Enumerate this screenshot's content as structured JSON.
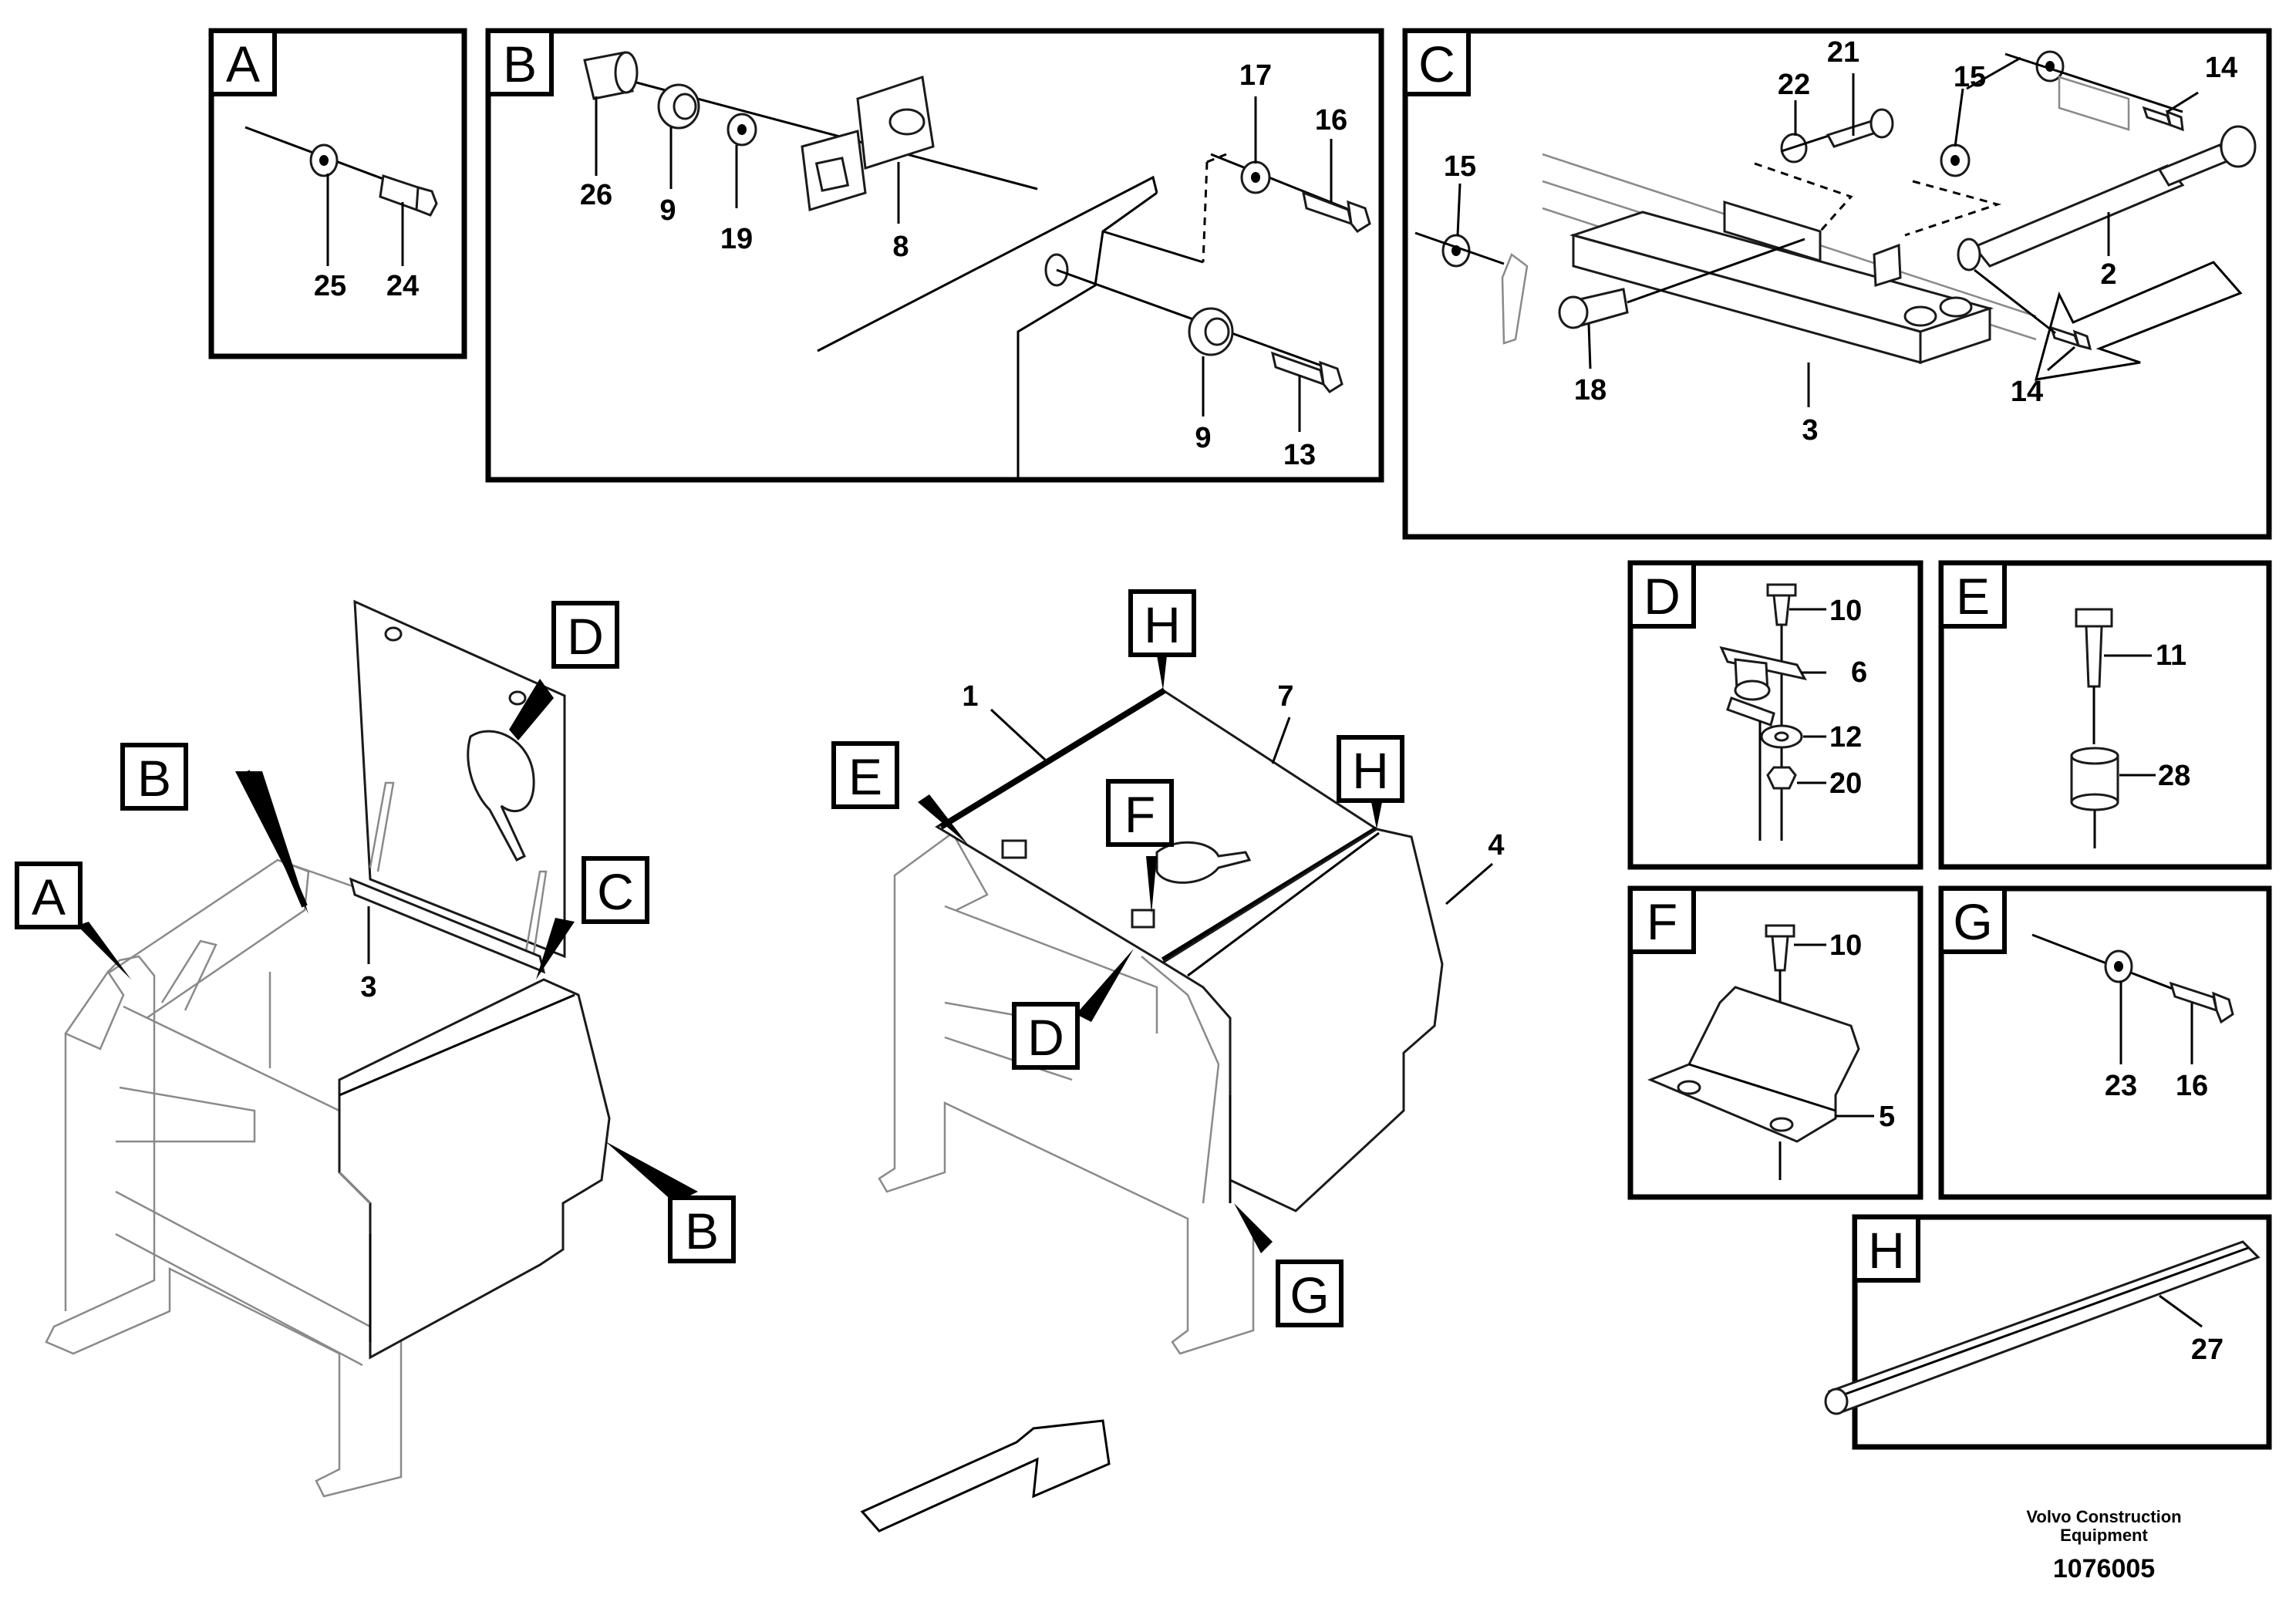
{
  "panels": {
    "A": {
      "tag": "A",
      "callouts": [
        "25",
        "24"
      ]
    },
    "B": {
      "tag": "B",
      "callouts": [
        "26",
        "9",
        "19",
        "8",
        "17",
        "16",
        "9",
        "13"
      ]
    },
    "C": {
      "tag": "C",
      "callouts": [
        "22",
        "21",
        "15",
        "14",
        "15",
        "2",
        "18",
        "3",
        "14"
      ]
    },
    "D": {
      "tag": "D",
      "callouts": [
        "10",
        "6",
        "12",
        "20"
      ]
    },
    "E": {
      "tag": "E",
      "callouts": [
        "11",
        "28"
      ]
    },
    "F": {
      "tag": "F",
      "callouts": [
        "10",
        "5"
      ]
    },
    "G": {
      "tag": "G",
      "callouts": [
        "23",
        "16"
      ]
    },
    "H": {
      "tag": "H",
      "callouts": [
        "27"
      ]
    }
  },
  "left_assembly": {
    "tags": [
      "A",
      "B",
      "D",
      "C",
      "B"
    ],
    "callouts": [
      "3"
    ]
  },
  "center_assembly": {
    "tags": [
      "H",
      "H",
      "E",
      "F",
      "D",
      "G"
    ],
    "callouts": [
      "1",
      "7",
      "4"
    ]
  },
  "footer": {
    "company_line1": "Volvo Construction",
    "company_line2": "Equipment",
    "doc_number": "1076005"
  }
}
